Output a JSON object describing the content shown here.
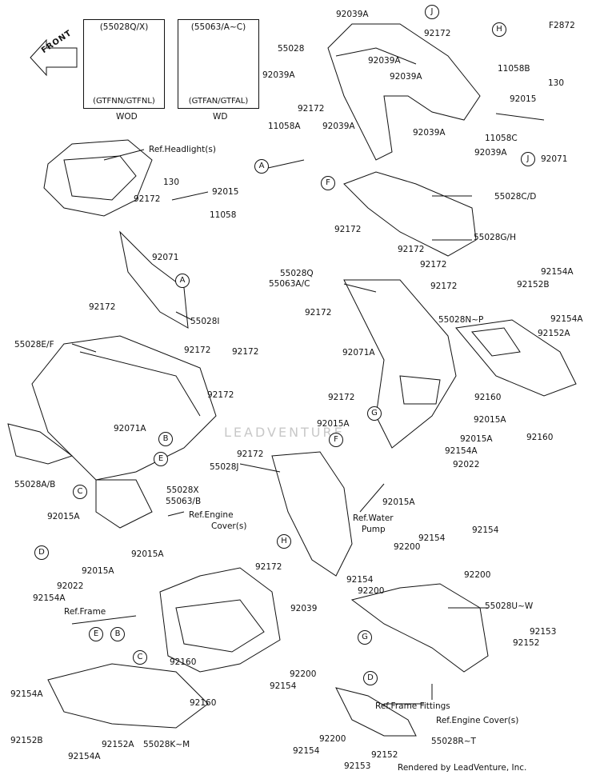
{
  "figure_code": "F2872",
  "credit": "Rendered by LeadVenture, Inc.",
  "watermark": "LEADVENTURE",
  "front_arrow": "FRONT",
  "variant_boxes": [
    {
      "code": "(55028Q/X)",
      "models": "(GTFNN/GTFNL)",
      "caption": "WOD"
    },
    {
      "code": "(55063/A~C)",
      "models": "(GTFAN/GTFAL)",
      "caption": "WD"
    }
  ],
  "labels": [
    "92039A",
    "92172",
    "55028",
    "92039A",
    "92039A",
    "92039A",
    "92039A",
    "92172",
    "11058B",
    "11058A",
    "92039A",
    "92039A",
    "130",
    "92015",
    "11058C",
    "92071",
    "Ref.Headlight(s)",
    "130",
    "92015",
    "92172",
    "11058",
    "92071",
    "55028C/D",
    "92172",
    "92172",
    "55028G/H",
    "92172",
    "92172",
    "55028Q",
    "55063A/C",
    "92172",
    "92154A",
    "92152B",
    "92154A",
    "92152A",
    "55028I",
    "92172",
    "55028E/F",
    "92172",
    "92172",
    "92172",
    "55028N~P",
    "92071A",
    "92172",
    "92160",
    "92160",
    "92015A",
    "92015A",
    "92015A",
    "92022",
    "92154A",
    "92071A",
    "92172",
    "55028J",
    "92015A",
    "55028X",
    "55063/B",
    "Ref.Engine",
    "Cover(s)",
    "92015A",
    "92015A",
    "92015A",
    "92022",
    "92154A",
    "Ref.Water",
    "Pump",
    "92172",
    "92154",
    "92154",
    "92200",
    "92200",
    "92154",
    "92200",
    "55028U~W",
    "92039",
    "Ref.Frame",
    "92153",
    "92152",
    "92160",
    "92200",
    "92154",
    "92160",
    "Ref.Frame Fittings",
    "92154A",
    "92152B",
    "92152A",
    "92154A",
    "55028K~M",
    "92200",
    "Ref.Engine Cover(s)",
    "92154",
    "55028R~T",
    "92152",
    "92153",
    "55028A/B"
  ],
  "callouts": [
    "J",
    "H",
    "A",
    "J",
    "F",
    "A",
    "G",
    "B",
    "E",
    "F",
    "C",
    "D",
    "H",
    "G",
    "E",
    "B",
    "C",
    "D"
  ]
}
